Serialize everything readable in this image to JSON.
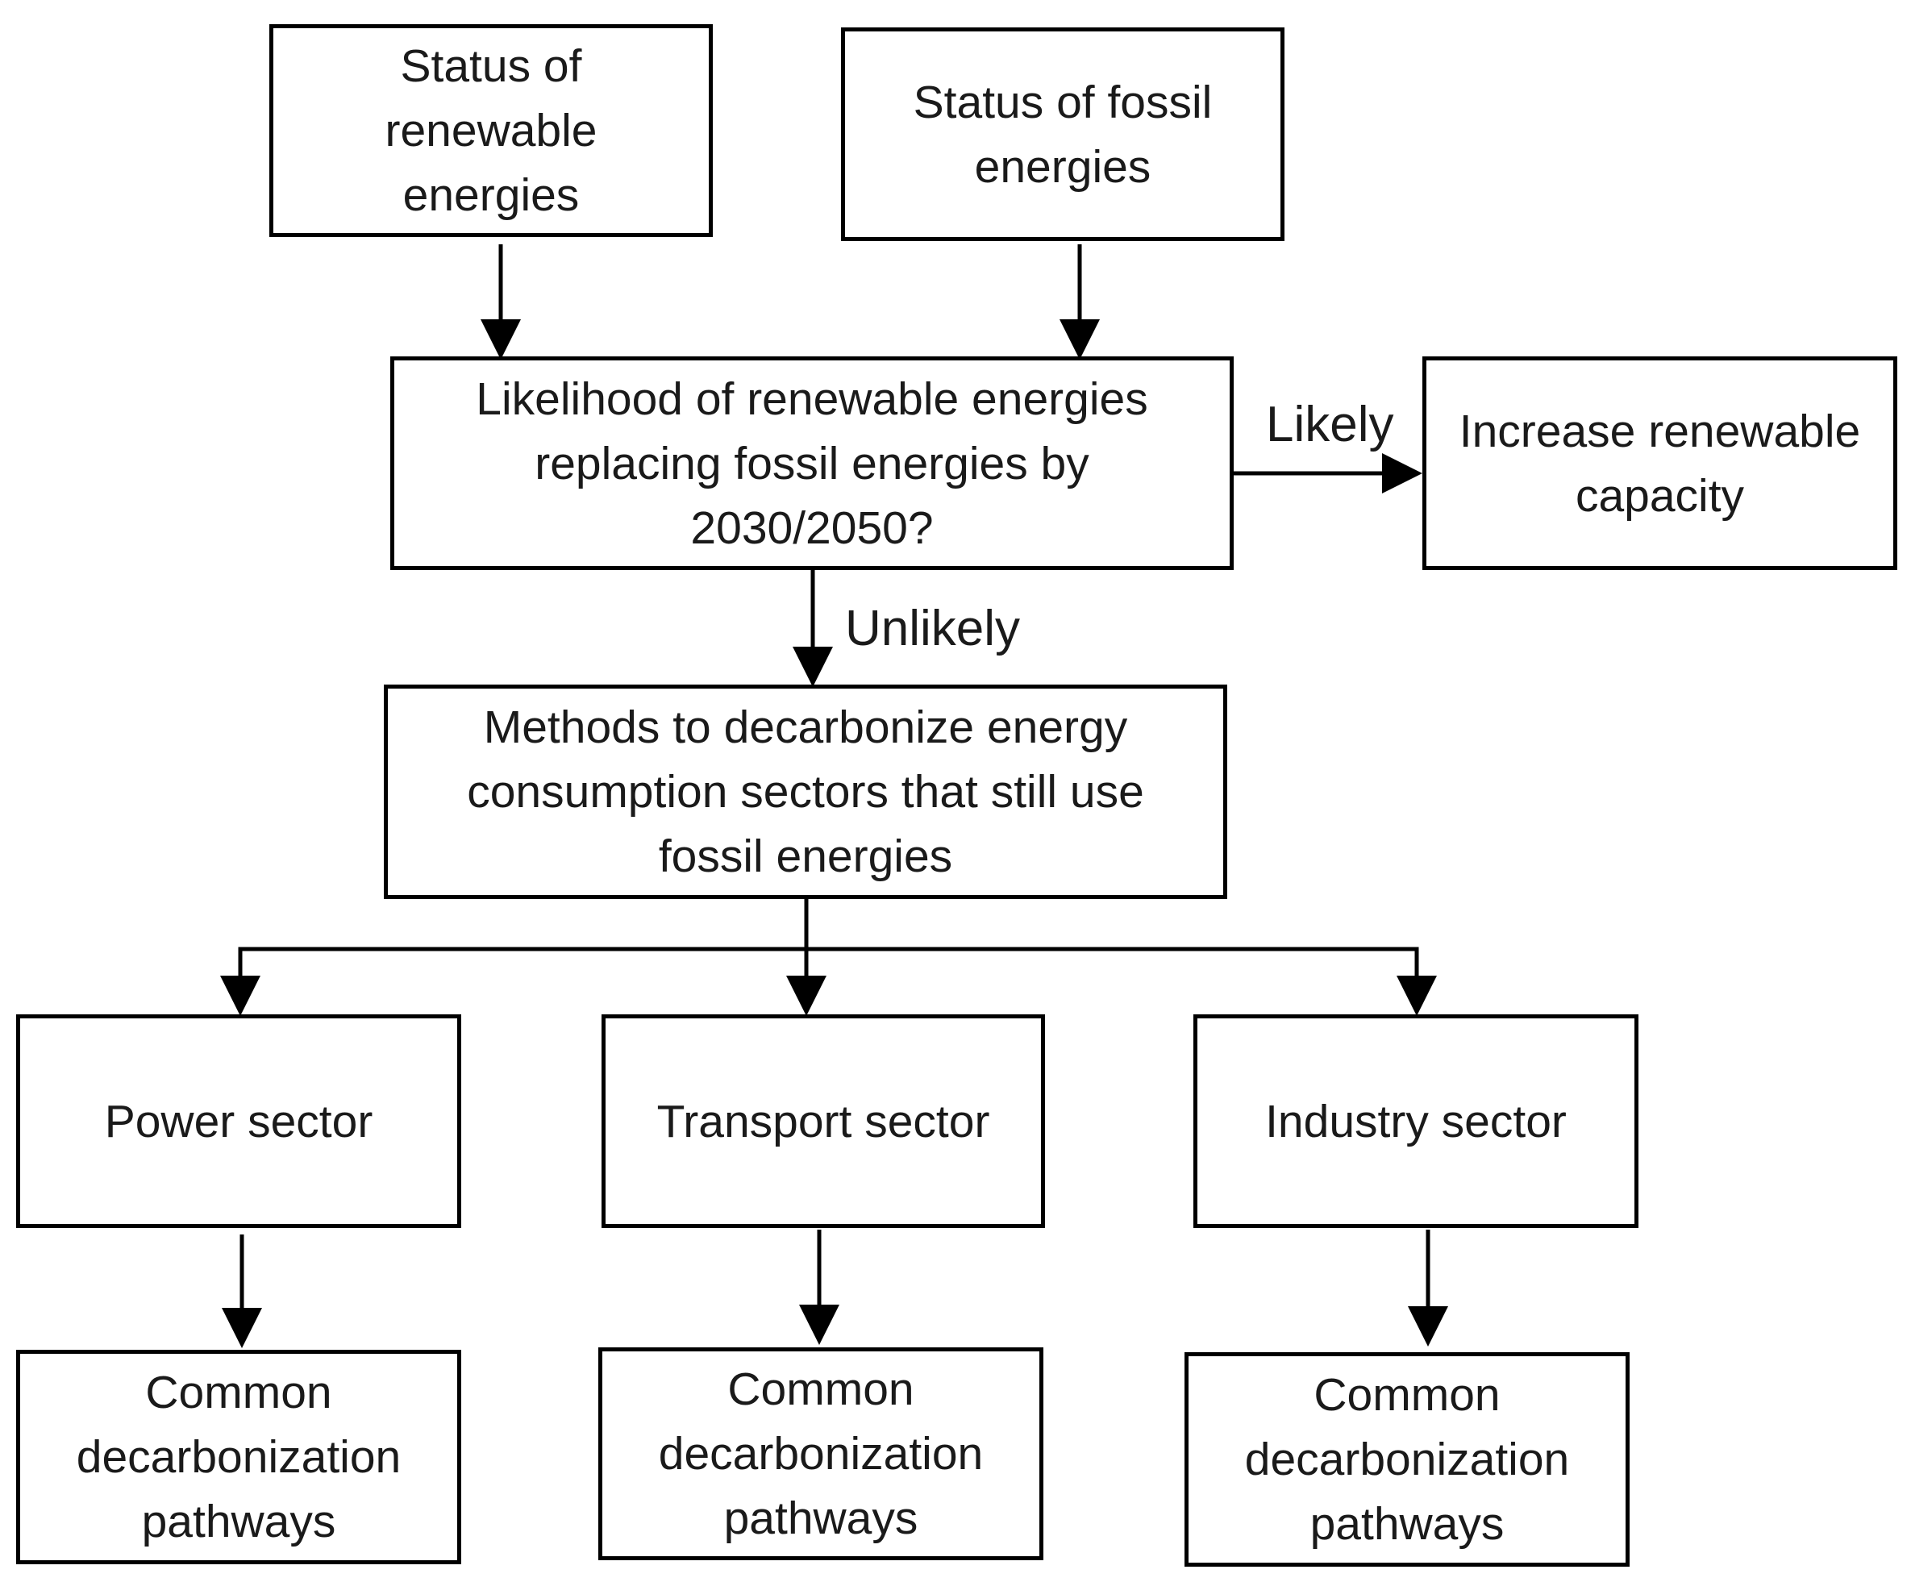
{
  "nodes": {
    "status_renewable": "Status of\nrenewable\nenergies",
    "status_fossil": "Status of fossil\nenergies",
    "likelihood": "Likelihood of renewable energies\nreplacing  fossil energies by\n2030/2050?",
    "increase_capacity": "Increase renewable\ncapacity",
    "methods": "Methods to decarbonize energy\nconsumption sectors that still use\nfossil energies",
    "power_sector": "Power sector",
    "transport_sector": "Transport sector",
    "industry_sector": "Industry sector",
    "pathways_power": "Common\ndecarbonization\npathways",
    "pathways_transport": "Common\ndecarbonization\npathways",
    "pathways_industry": "Common\ndecarbonization\npathways"
  },
  "edge_labels": {
    "likely": "Likely",
    "unlikely": "Unlikely"
  },
  "colors": {
    "stroke": "#000000",
    "text": "#1a1a1a",
    "background": "#ffffff"
  }
}
